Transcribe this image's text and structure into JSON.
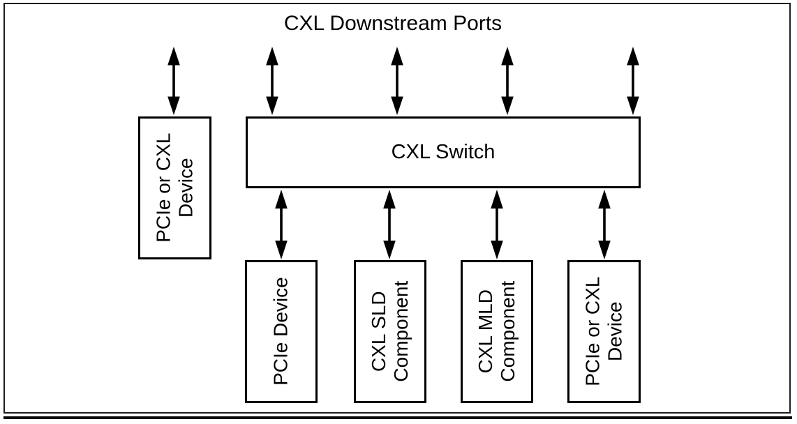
{
  "diagram": {
    "title": "CXL Downstream Ports",
    "cxl_switch": {
      "label": "CXL Switch"
    },
    "left_device": {
      "label": "PCIe or CXL\nDevice"
    },
    "bottom_devices": [
      {
        "label": "PCIe Device"
      },
      {
        "label": "CXL SLD\nComponent"
      },
      {
        "label": "CXL MLD\nComponent"
      },
      {
        "label": "PCIe or CXL\nDevice"
      }
    ],
    "colors": {
      "line": "#000000",
      "background": "#ffffff"
    },
    "arrow_icon": "double-headed-vertical-arrow"
  }
}
